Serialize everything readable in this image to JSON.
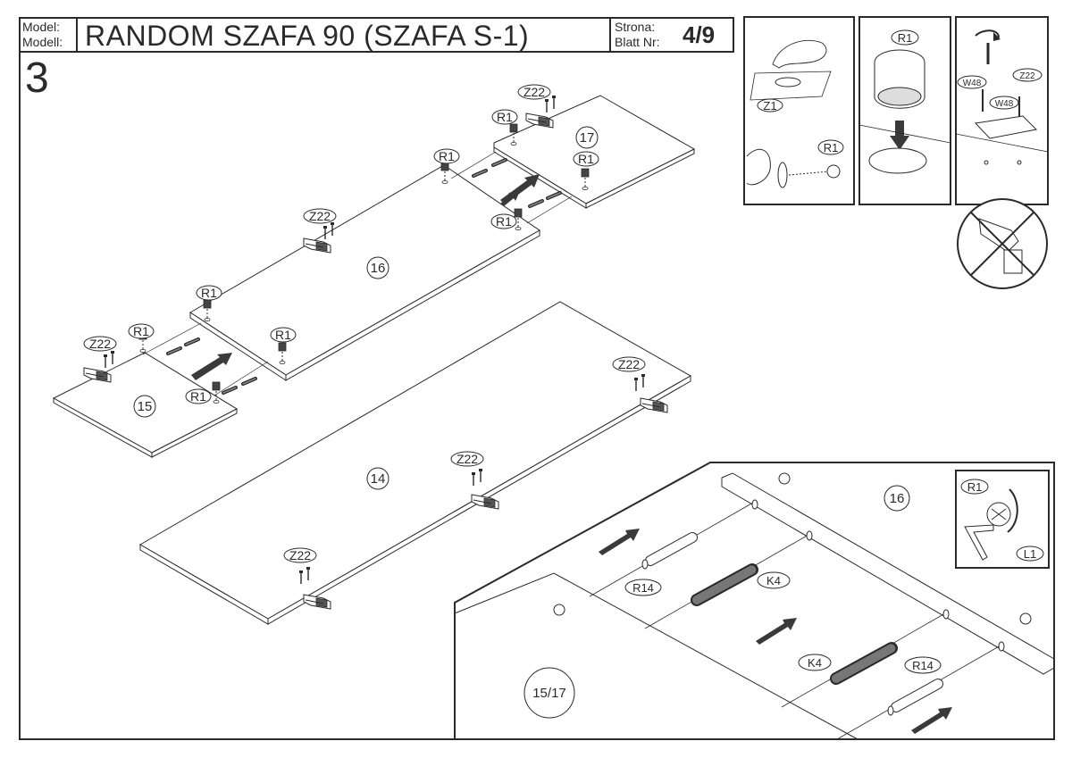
{
  "header": {
    "model_label_1": "Model:",
    "model_label_2": "Modell:",
    "title": "RANDOM SZAFA 90 (SZAFA S-1)",
    "page_label_1": "Strona:",
    "page_label_2": "Blatt Nr:",
    "page_number": "4/9"
  },
  "step_number": "3",
  "panels": {
    "p14": "14",
    "p15": "15",
    "p16": "16",
    "p17": "17",
    "p15_17": "15/17"
  },
  "parts": {
    "r1": "R1",
    "z22": "Z22",
    "z1": "Z1",
    "w48": "W48",
    "k4": "K4",
    "r14": "R14",
    "l1": "L1"
  },
  "icons": [
    "hinge-icon",
    "cam-lock-icon",
    "screw-icon",
    "arrow-icon",
    "no-power-drill-icon",
    "allen-key-icon"
  ]
}
